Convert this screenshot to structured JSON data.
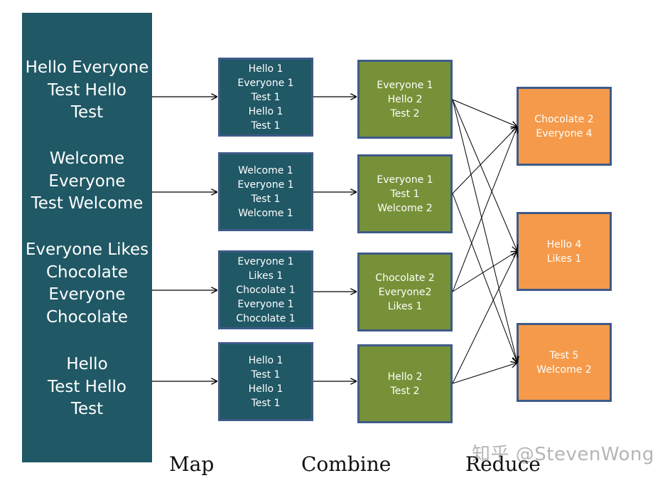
{
  "inputs": [
    "Hello Everyone\nTest Hello\nTest",
    "Welcome\nEveryone\nTest Welcome",
    "Everyone Likes\nChocolate\nEveryone\nChocolate",
    "Hello\nTest Hello\nTest"
  ],
  "map_outputs": [
    "Hello 1\nEveryone 1\nTest 1\nHello 1\nTest 1",
    "Welcome 1\nEveryone 1\nTest 1\nWelcome 1",
    "Everyone 1\nLikes 1\nChocolate 1\nEveryone 1\nChocolate 1",
    "Hello 1\nTest 1\nHello 1\nTest 1"
  ],
  "combine_outputs": [
    "Everyone 1\nHello 2\nTest 2",
    "Everyone 1\nTest 1\nWelcome 2",
    "Chocolate 2\nEveryone2\nLikes 1",
    "Hello 2\nTest 2"
  ],
  "reduce_outputs": [
    "Chocolate 2\nEveryone  4",
    "Hello 4\nLikes 1",
    "Test  5\nWelcome 2"
  ],
  "stages": {
    "map": "Map",
    "combine": "Combine",
    "reduce": "Reduce"
  },
  "watermark": "知乎 @StevenWong",
  "colors": {
    "input_bg": "#205865",
    "map_bg": "#205865",
    "combine_bg": "#779138",
    "reduce_bg": "#f59a4a",
    "border": "#3e5a88"
  }
}
